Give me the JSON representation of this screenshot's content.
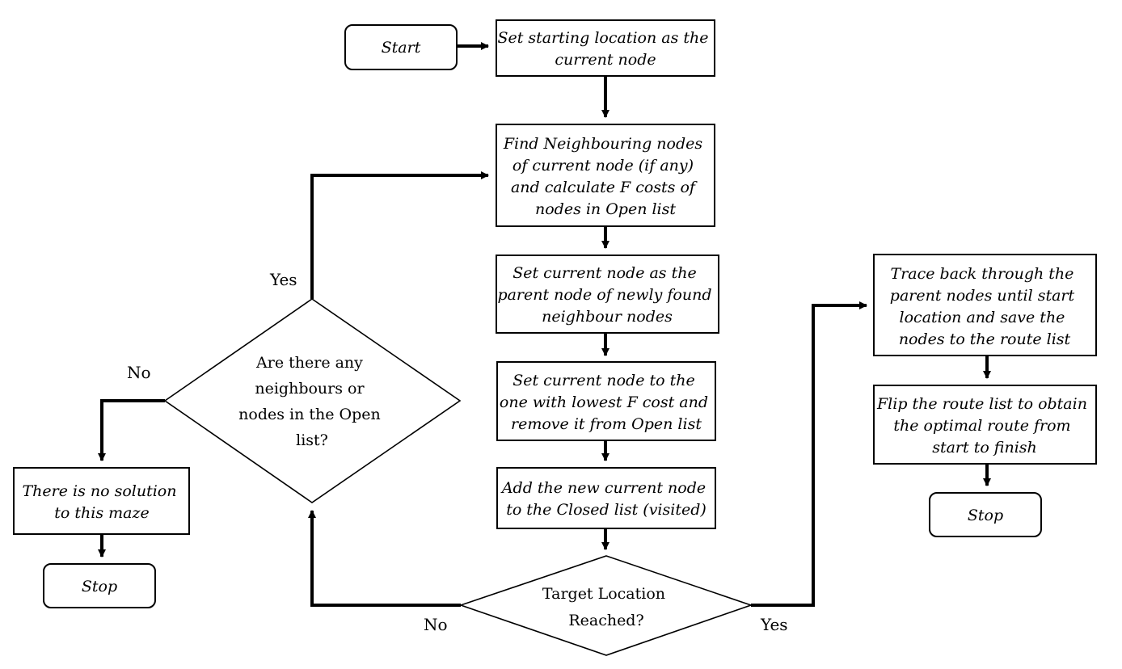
{
  "nodes": {
    "start": {
      "lines": [
        "Start"
      ]
    },
    "set_start": {
      "lines": [
        "Set starting location as the",
        "current node"
      ]
    },
    "find_neighbours": {
      "lines": [
        "Find Neighbouring nodes",
        "of current node (if any)",
        "and calculate F costs  of",
        "nodes in Open list"
      ]
    },
    "set_parent": {
      "lines": [
        "Set current node as the",
        "parent node of newly found",
        "neighbour nodes"
      ]
    },
    "set_lowest": {
      "lines": [
        "Set current node to the",
        "one with lowest F cost and",
        "remove it from Open list"
      ]
    },
    "add_closed": {
      "lines": [
        "Add the new current node",
        "to the Closed list (visited)"
      ]
    },
    "target_reached": {
      "lines": [
        "Target Location",
        "Reached?"
      ]
    },
    "any_neighbours": {
      "lines": [
        "Are there any",
        "neighbours or",
        "nodes in the Open",
        "list?"
      ]
    },
    "no_solution": {
      "lines": [
        "There is no solution",
        "to this maze"
      ]
    },
    "stop_left": {
      "lines": [
        "Stop"
      ]
    },
    "trace_back": {
      "lines": [
        "Trace back through the",
        "parent nodes until start",
        "location and save the",
        "nodes to the route list"
      ]
    },
    "flip_route": {
      "lines": [
        "Flip the route list to obtain",
        "the optimal route from",
        "start to finish"
      ]
    },
    "stop_right": {
      "lines": [
        "Stop"
      ]
    }
  },
  "edge_labels": {
    "yes_loop": "Yes",
    "no_left": "No",
    "no_bottom": "No",
    "yes_bottom": "Yes"
  }
}
